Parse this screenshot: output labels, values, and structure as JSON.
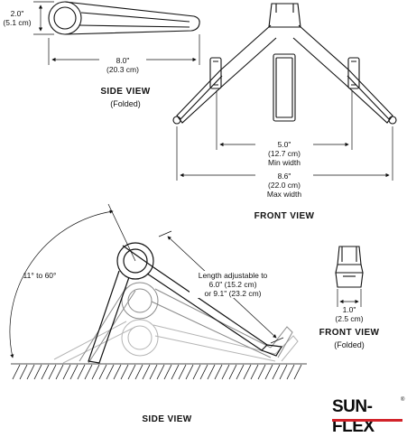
{
  "side_view_folded": {
    "height_in": "2.0\"",
    "height_cm": "(5.1 cm)",
    "length_in": "8.0\"",
    "length_cm": "(20.3 cm)",
    "title": "SIDE VIEW",
    "subtitle": "(Folded)"
  },
  "front_view": {
    "min_width_in": "5.0\"",
    "min_width_cm": "(12.7 cm)",
    "min_width_label": "Min width",
    "max_width_in": "8.6\"",
    "max_width_cm": "(22.0 cm)",
    "max_width_label": "Max width",
    "title": "FRONT VIEW"
  },
  "side_view_open": {
    "angle_label": "11° to 60°",
    "length_line1": "Length adjustable to",
    "length_line2": "6.0\" (15.2 cm)",
    "length_line3": "or 9.1\" (23.2 cm)",
    "title": "SIDE VIEW"
  },
  "front_view_folded": {
    "width_in": "1.0\"",
    "width_cm": "(2.5 cm)",
    "title": "FRONT VIEW",
    "subtitle": "(Folded)"
  },
  "brand": {
    "name": "SUN-FLEX",
    "mark": "®",
    "accent": "#d2232a"
  }
}
